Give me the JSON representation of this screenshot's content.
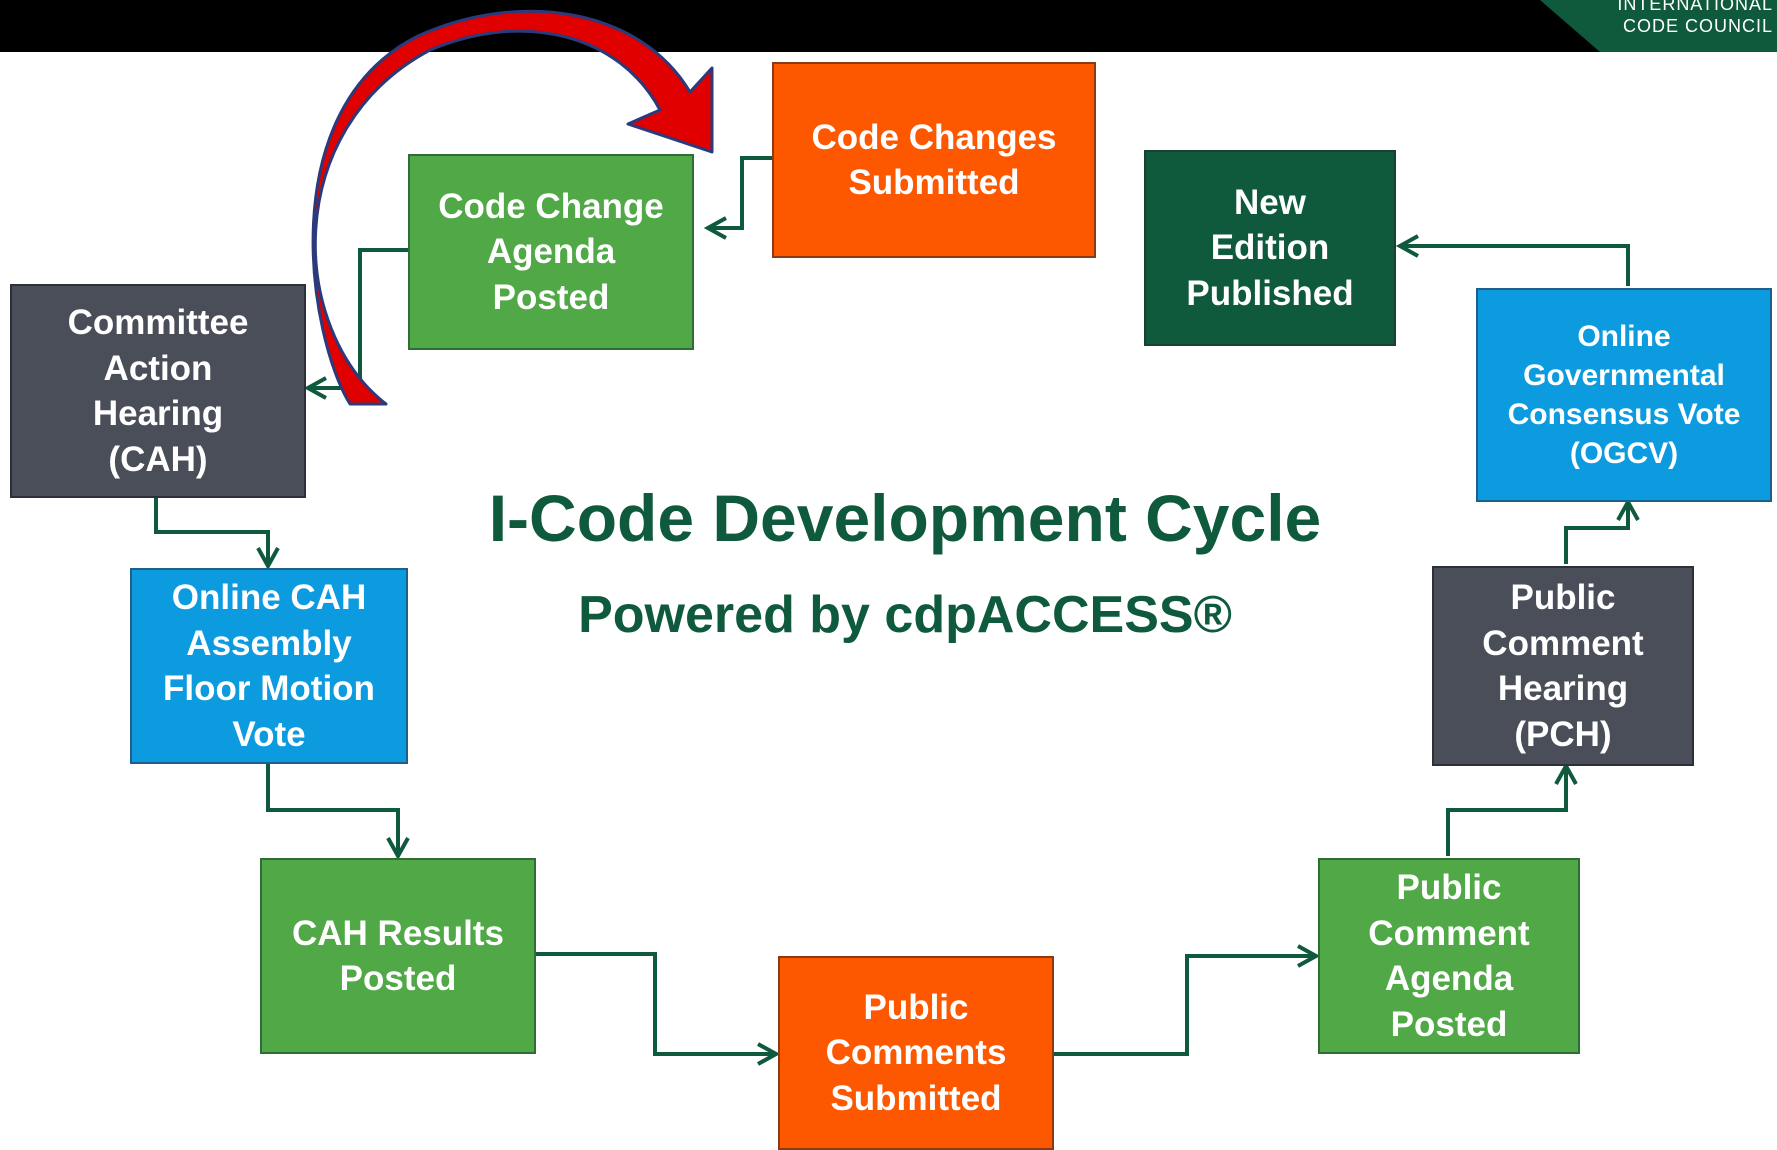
{
  "header": {
    "logo_line1": "INTERNATIONAL",
    "logo_line2": "CODE COUNCIL"
  },
  "title": "I-Code Development Cycle",
  "subtitle": "Powered by cdpACCESS®",
  "steps": {
    "code_changes_submitted": "Code Changes\nSubmitted",
    "code_change_agenda_posted": "Code Change\nAgenda\nPosted",
    "committee_action_hearing": "Committee\nAction\nHearing\n(CAH)",
    "online_cah_vote": "Online CAH\nAssembly\nFloor Motion\nVote",
    "cah_results_posted": "CAH Results\nPosted",
    "public_comments_submitted": "Public\nComments\nSubmitted",
    "public_comment_agenda_posted": "Public\nComment\nAgenda\nPosted",
    "public_comment_hearing": "Public\nComment\nHearing\n(PCH)",
    "ogcv": "Online\nGovernmental\nConsensus Vote\n(OGCV)",
    "new_edition_published": "New\nEdition\nPublished"
  },
  "colors": {
    "orange": "#fd5700",
    "green": "#50a846",
    "dark_gray": "#4a4e58",
    "blue": "#0d9be0",
    "dark_green": "#0f5a3c",
    "red_arrow": "#e00000",
    "connector": "#0f5a3c"
  }
}
